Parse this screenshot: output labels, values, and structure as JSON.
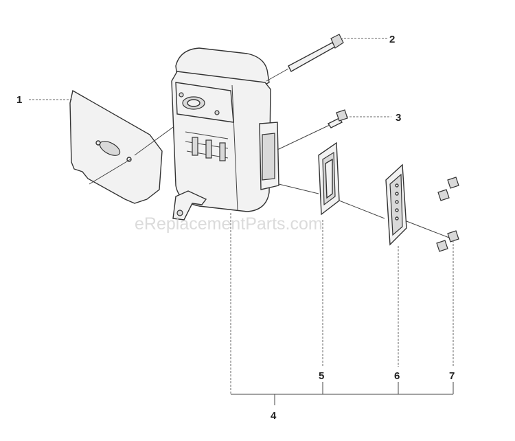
{
  "callouts": [
    {
      "id": "1",
      "label": "1"
    },
    {
      "id": "2",
      "label": "2"
    },
    {
      "id": "3",
      "label": "3"
    },
    {
      "id": "4",
      "label": "4"
    },
    {
      "id": "5",
      "label": "5"
    },
    {
      "id": "6",
      "label": "6"
    },
    {
      "id": "7",
      "label": "7"
    }
  ],
  "watermark": "eReplacementParts.com",
  "colors": {
    "line": "#333333",
    "part_fill": "#f2f2f2",
    "shade": "#d9d9d9",
    "watermark": "#cfcfcf"
  }
}
